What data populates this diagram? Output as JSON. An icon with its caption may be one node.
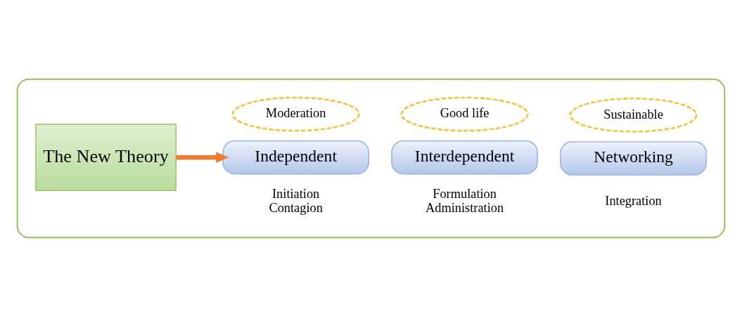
{
  "diagram": {
    "nodes": [
      {
        "text": [],
        "shape": "box"
      },
      {
        "text": [
          "The New Theory"
        ],
        "in": 0
      },
      {
        "text": [
          "Independent"
        ],
        "in": 0,
        "beside": [
          "Initiation",
          "Contagion"
        ]
      },
      {
        "text": [
          "Moderation"
        ],
        "in": 0
      },
      {
        "text": [
          "Interdependent"
        ],
        "in": 0,
        "beside": [
          "Formulation",
          "Administration"
        ]
      },
      {
        "text": [
          "Good life"
        ],
        "in": 0
      },
      {
        "text": [
          "Networking"
        ],
        "in": 0,
        "beside": [
          "Integration"
        ]
      },
      {
        "text": [
          "Sustainable"
        ],
        "in": 0
      }
    ],
    "edges": [
      {
        "from": 1,
        "to": 2,
        "arrow": "to",
        "color": "#ed7d31"
      }
    ]
  }
}
